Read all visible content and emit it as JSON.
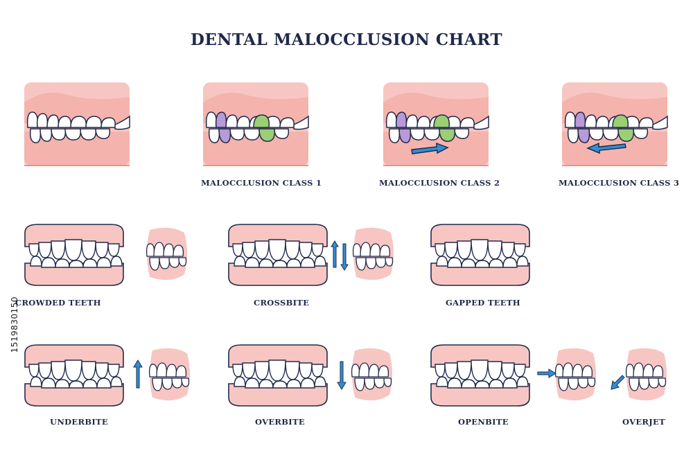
{
  "title": "DENTAL MALOCCLUSION CHART",
  "labels": {
    "class1": "MALOCCLUSION CLASS 1",
    "class2": "MALOCCLUSION CLASS 2",
    "class3": "MALOCCLUSION CLASS 3",
    "crowded": "CROWDED TEETH",
    "crossbite": "CROSSBITE",
    "gapped": "GAPPED TEETH",
    "underbite": "UNDERBITE",
    "overbite": "OVERBITE",
    "openbite": "OPENBITE",
    "overjet": "OVERJET"
  },
  "stock_id": "1519830150",
  "colors": {
    "gum": "#f7c6c2",
    "gum_dark": "#e8938c",
    "outline": "#20294a",
    "tooth": "#ffffff",
    "canine": "#b89ad8",
    "molar": "#9bcf73",
    "arrow": "#2f8fd6"
  }
}
